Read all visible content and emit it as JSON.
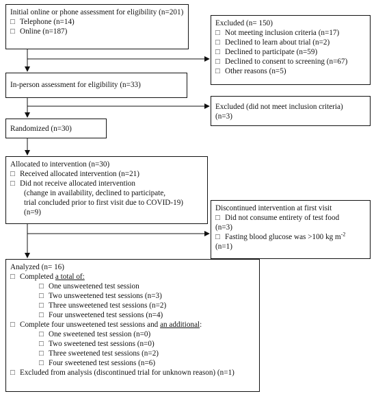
{
  "box1": {
    "title": "Initial online or phone assessment for eligibility (n=201)",
    "items": [
      "Telephone (n=14)",
      "Online (n=187)"
    ]
  },
  "excluded1": {
    "title": "Excluded (n= 150)",
    "items": [
      "Not meeting inclusion criteria (n=17)",
      "Declined to learn about trial (n=2)",
      "Declined to participate (n=59)",
      "Declined to consent to screening (n=67)",
      "Other reasons (n=5)"
    ]
  },
  "box2": {
    "title": "In-person assessment for eligibility (n=33)"
  },
  "excluded2": {
    "line1": "Excluded (did not meet inclusion criteria)",
    "line2": "(n=3)"
  },
  "box3": {
    "title": "Randomized (n=30)"
  },
  "box4": {
    "title": "Allocated to intervention (n=30)",
    "item1": "Received allocated intervention (n=21)",
    "item2": "Did not receive allocated intervention",
    "detail1": "(change in availability, declined to participate,",
    "detail2": "trial concluded prior to first visit due to COVID-19)",
    "detail3": "(n=9)"
  },
  "discontinued": {
    "title": "Discontinued intervention at first visit",
    "item1": "Did not consume entirety of test food",
    "item1n": "(n=3)",
    "item2": "Fasting blood glucose was >100 kg m",
    "item2sup": "-2",
    "item2n": "(n=1)"
  },
  "analyzed": {
    "title": "Analyzed (n= 16)",
    "completed_prefix": "Completed ",
    "completed_underlined": "a total of:",
    "unsweetened": [
      "One unsweetened test session",
      "Two unsweetened test sessions (n=3)",
      "Three unsweetened test sessions (n=2)",
      "Four unsweetened test sessions (n=4)"
    ],
    "complete_four_prefix": "Complete four unsweetened test sessions and ",
    "complete_four_underlined": "an additional",
    "complete_four_suffix": ":",
    "sweetened": [
      "One sweetened test session (n=0)",
      "Two sweetened test sessions (n=0)",
      "Three sweetened test sessions (n=2)",
      "Four sweetened test sessions (n=6)"
    ],
    "excluded": "Excluded from analysis (discontinued trial for unknown reason) (n=1)"
  },
  "checkbox_glyph": "□"
}
